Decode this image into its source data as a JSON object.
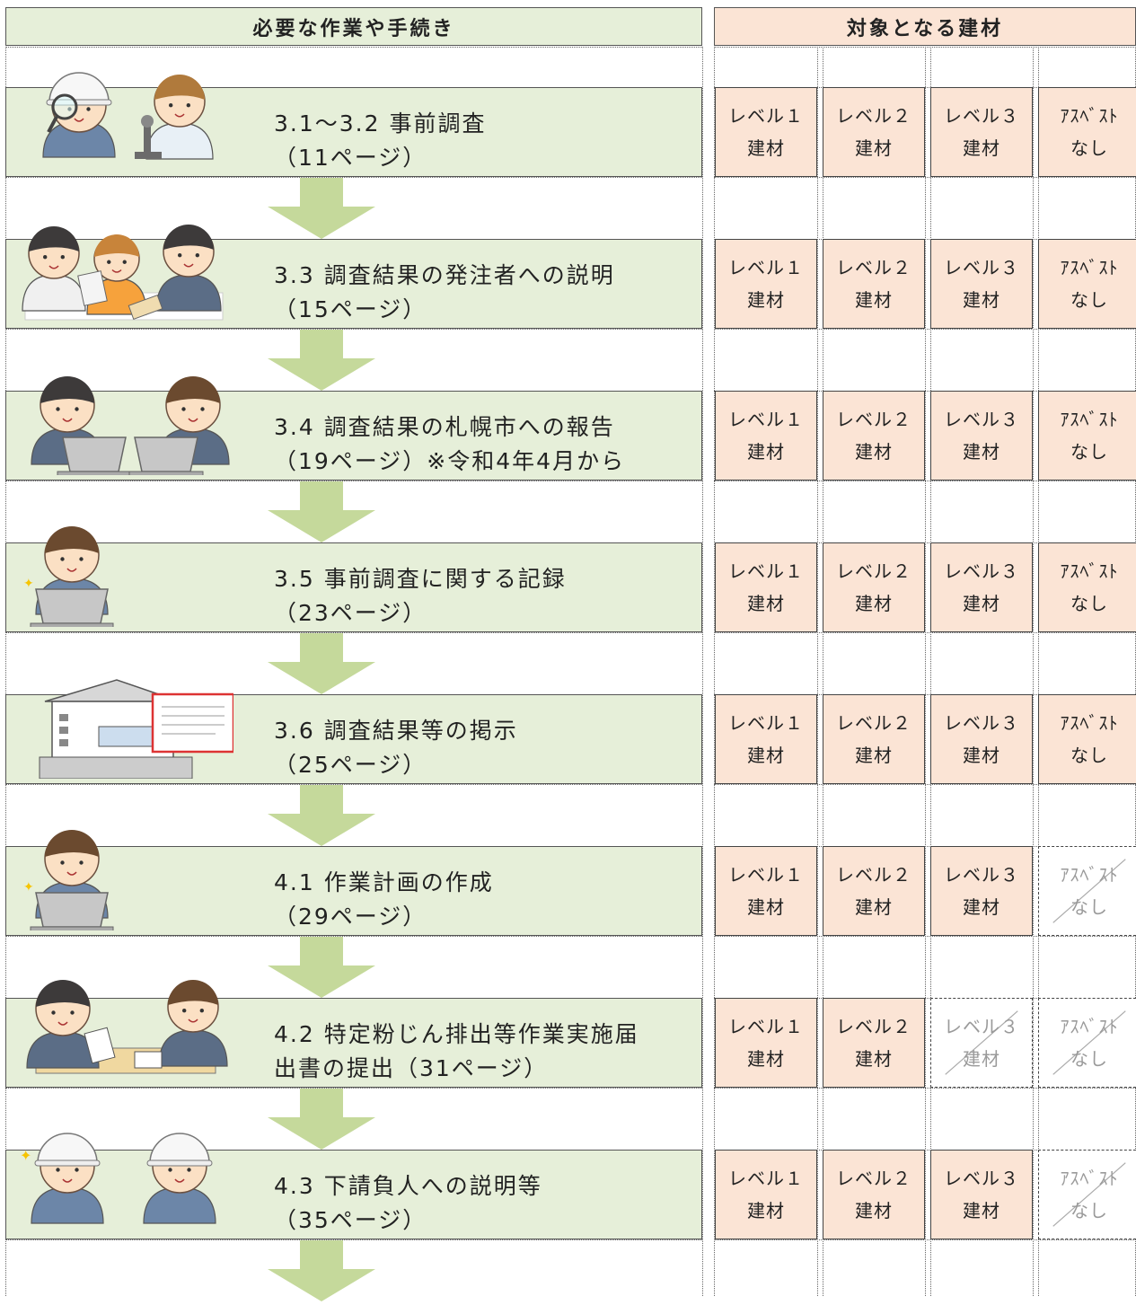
{
  "headers": {
    "left": "必要な作業や手続き",
    "right": "対象となる建材"
  },
  "materials": {
    "level1": [
      "レベル１",
      "建材"
    ],
    "level2": [
      "レベル２",
      "建材"
    ],
    "level3": [
      "レベル３",
      "建材"
    ],
    "none": [
      "ｱｽﾍﾞｽﾄ",
      "なし"
    ]
  },
  "steps": [
    {
      "title": "3.1～3.2 事前調査",
      "page": "（11ページ）",
      "illustration": "investigator-and-microscope",
      "applies": [
        true,
        true,
        true,
        true
      ]
    },
    {
      "title": "3.3 調査結果の発注者への説明",
      "page": "（15ページ）",
      "illustration": "explaining-to-client",
      "applies": [
        true,
        true,
        true,
        true
      ]
    },
    {
      "title": "3.4 調査結果の札幌市への報告",
      "page": "（19ページ）※令和4年4月から",
      "illustration": "two-workers-laptops",
      "applies": [
        true,
        true,
        true,
        true
      ]
    },
    {
      "title": "3.5 事前調査に関する記録",
      "page": "（23ページ）",
      "illustration": "worker-laptop",
      "applies": [
        true,
        true,
        true,
        true
      ]
    },
    {
      "title": "3.6 調査結果等の掲示",
      "page": "（25ページ）",
      "illustration": "house-with-notice",
      "applies": [
        true,
        true,
        true,
        true
      ]
    },
    {
      "title": "4.1 作業計画の作成",
      "page": "（29ページ）",
      "illustration": "worker-laptop",
      "applies": [
        true,
        true,
        true,
        false
      ]
    },
    {
      "title": "4.2 特定粉じん排出等作業実施届",
      "page": "出書の提出（31ページ）",
      "illustration": "submitting-document",
      "applies": [
        true,
        true,
        false,
        false
      ]
    },
    {
      "title": "4.3 下請負人への説明等",
      "page": "（35ページ）",
      "illustration": "two-workers-helmets",
      "applies": [
        true,
        true,
        true,
        false
      ]
    }
  ],
  "colors": {
    "step_band": "#e6efd9",
    "material_cell": "#fbe4d5",
    "arrow": "#c5d99b"
  }
}
